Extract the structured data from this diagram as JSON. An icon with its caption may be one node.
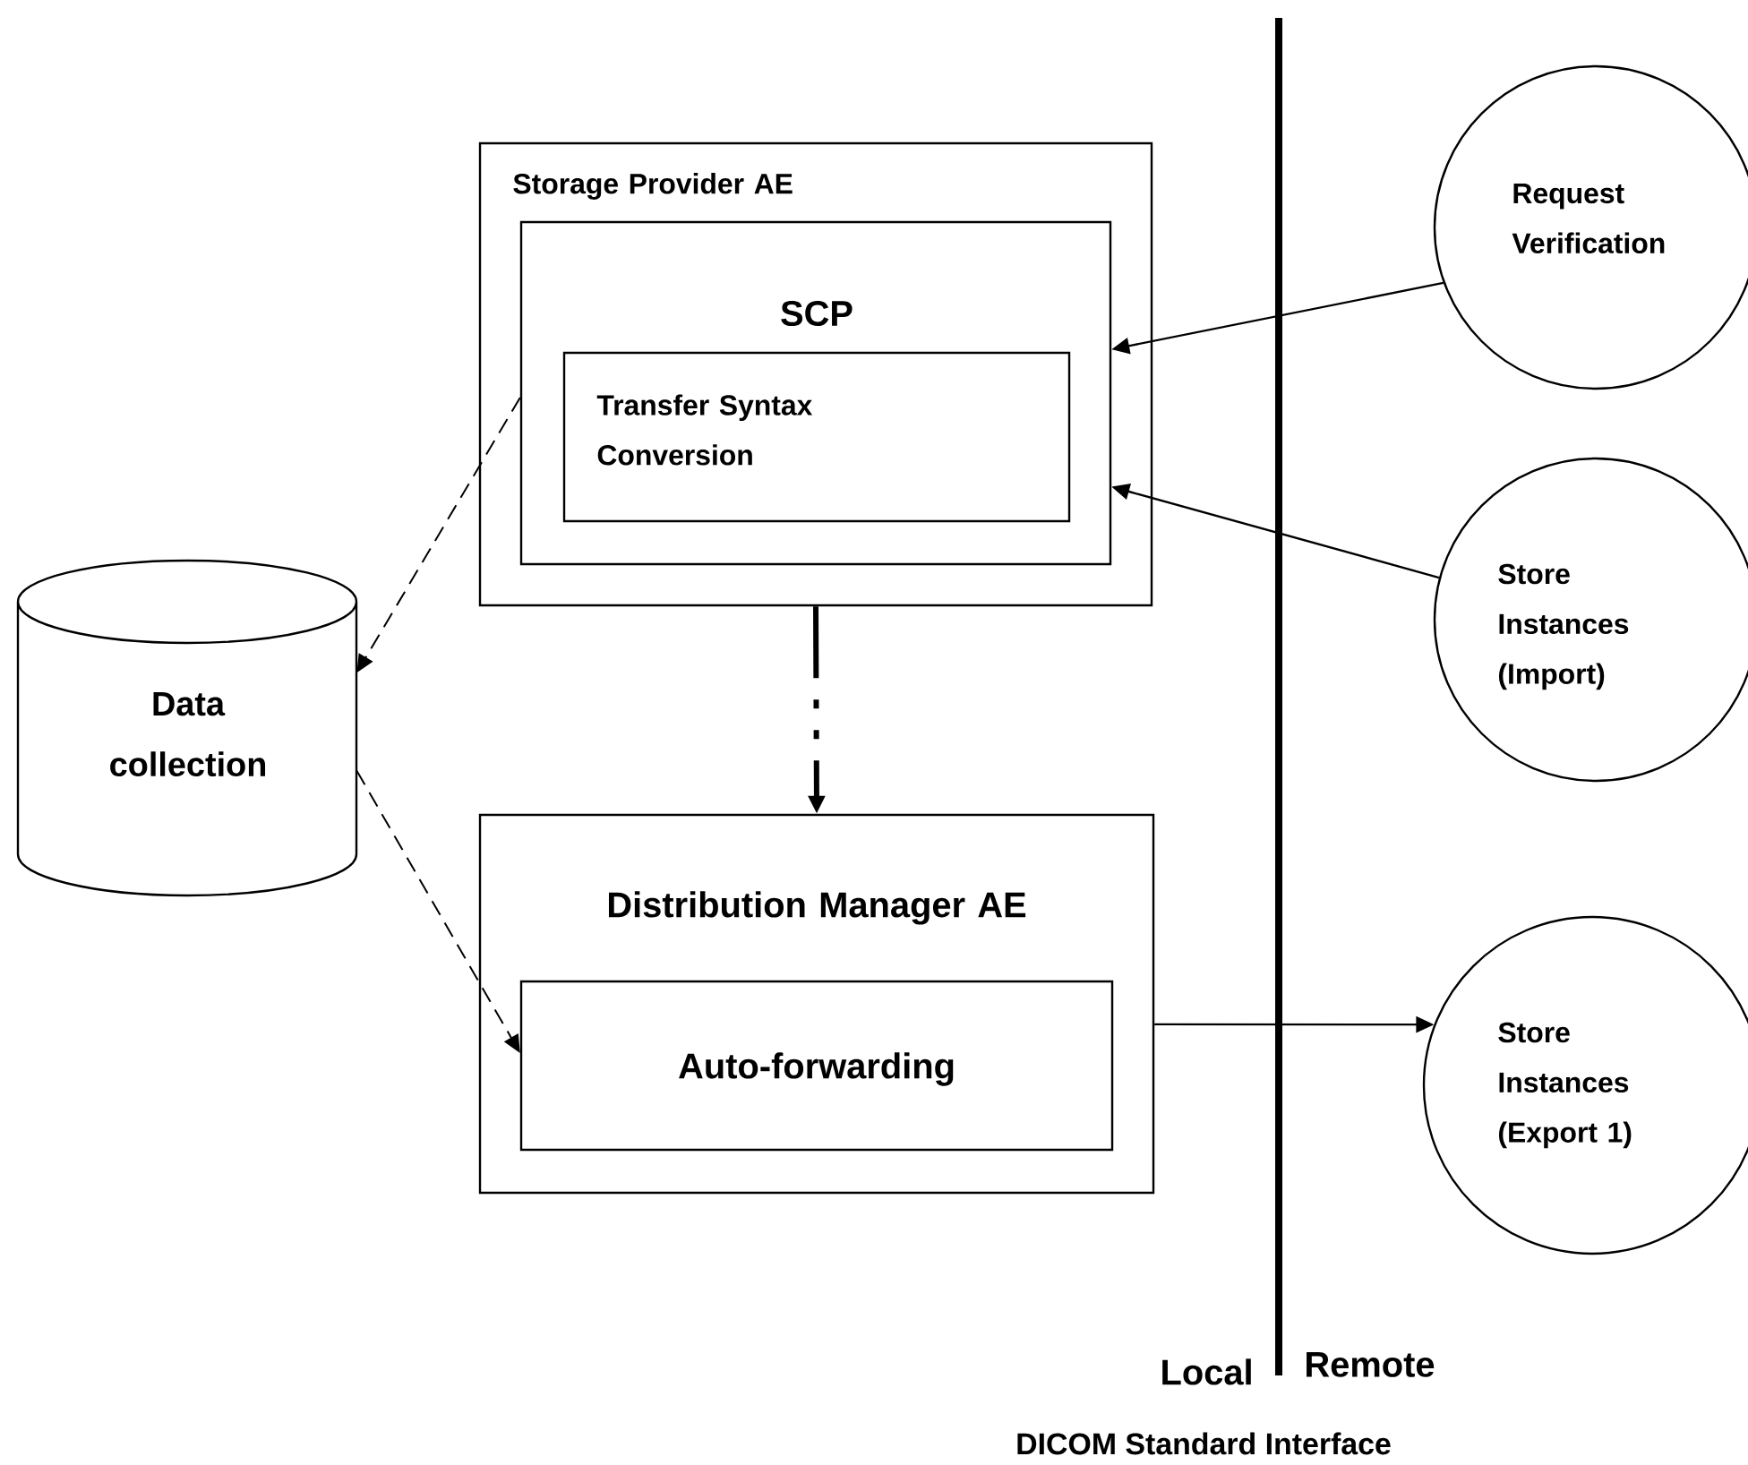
{
  "diagram": {
    "nodes": [
      {
        "text": [
          "Storage Provider AE"
        ]
      },
      {
        "text": [
          "SCP"
        ],
        "in": 0
      },
      {
        "text": [
          "Transfer Syntax Conversion"
        ],
        "in": 1
      },
      {
        "text": [
          "Request Verification"
        ]
      },
      {
        "text": [
          "Store Instances (Import)"
        ]
      },
      {
        "text": [
          "Data collection"
        ]
      },
      {
        "text": [
          "Distribution Manager AE"
        ]
      },
      {
        "text": [
          "Auto-forwarding"
        ],
        "in": 6
      },
      {
        "text": [
          "Store Instances (Export 1)"
        ]
      }
    ],
    "edges": [
      {
        "from": 3,
        "to": 1,
        "arrow": "to"
      },
      {
        "from": 4,
        "to": 1,
        "arrow": "to"
      },
      {
        "from": 1,
        "to": 5,
        "arrow": "to",
        "style": "dashed"
      },
      {
        "from": 5,
        "to": 7,
        "arrow": "to",
        "style": "dashed"
      },
      {
        "from": 0,
        "to": 6,
        "arrow": "to",
        "style": "dashed"
      },
      {
        "from": 6,
        "to": 8,
        "arrow": "to"
      }
    ],
    "labels": [
      "Local",
      "Remote",
      "DICOM Standard Interface"
    ]
  }
}
